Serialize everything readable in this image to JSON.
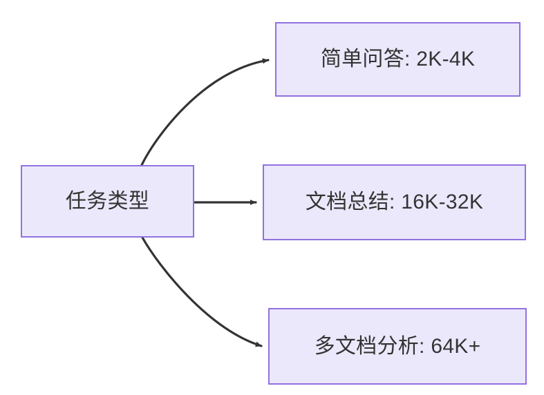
{
  "diagram": {
    "type": "flowchart",
    "direction": "left-to-right",
    "background_color": "#ffffff",
    "node_fill_color": "#ebe8fb",
    "node_border_color": "#9171e0",
    "text_color": "#333333",
    "edge_color": "#333333",
    "root": {
      "label": "任务类型"
    },
    "branches": [
      {
        "label": "简单问答: 2K-4K",
        "task": "简单问答",
        "range": "2K-4K"
      },
      {
        "label": "文档总结: 16K-32K",
        "task": "文档总结",
        "range": "16K-32K"
      },
      {
        "label": "多文档分析: 64K+",
        "task": "多文档分析",
        "range": "64K+"
      }
    ],
    "edges": [
      {
        "from": "任务类型",
        "to": "简单问答: 2K-4K",
        "style": "curved",
        "arrow": "arrowhead-icon"
      },
      {
        "from": "任务类型",
        "to": "文档总结: 16K-32K",
        "style": "straight",
        "arrow": "arrowhead-icon"
      },
      {
        "from": "任务类型",
        "to": "多文档分析: 64K+",
        "style": "curved",
        "arrow": "arrowhead-icon"
      }
    ]
  }
}
